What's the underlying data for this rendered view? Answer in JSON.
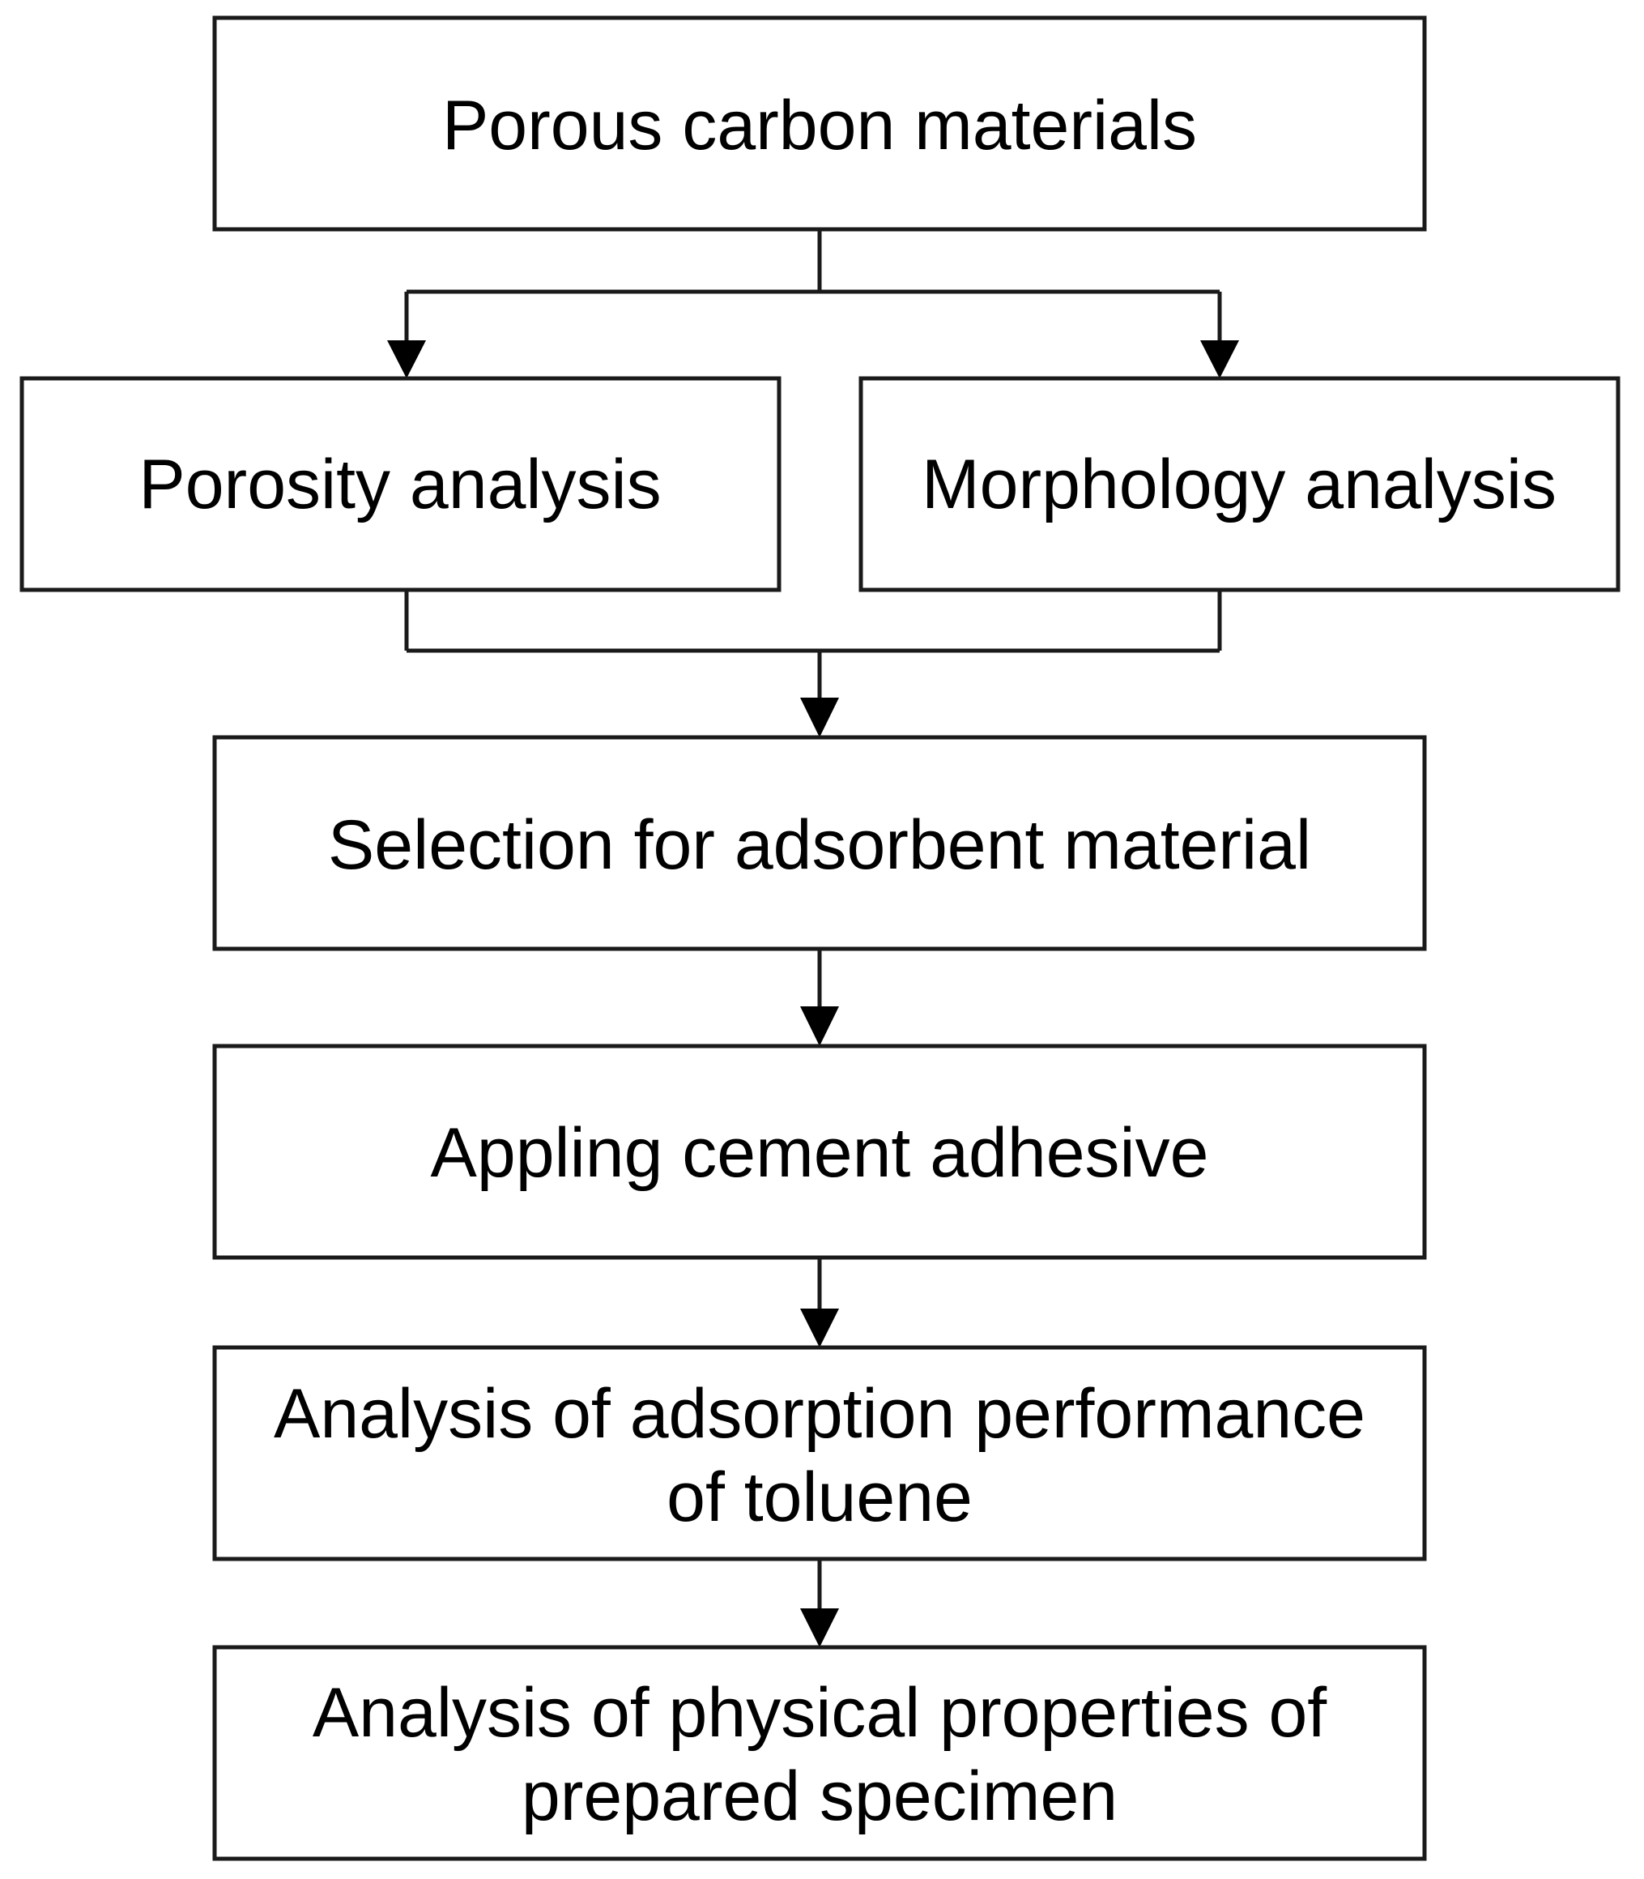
{
  "nodes": {
    "porous_carbon": "Porous carbon materials",
    "porosity": "Porosity analysis",
    "morphology": "Morphology analysis",
    "selection": "Selection for adsorbent material",
    "cement": "Appling cement adhesive",
    "adsorption_line1": "Analysis of adsorption performance",
    "adsorption_line2": "of toluene",
    "physical_line1": "Analysis of physical properties of",
    "physical_line2": "prepared specimen"
  },
  "edges": [
    {
      "from": "porous_carbon",
      "to": "porosity"
    },
    {
      "from": "porous_carbon",
      "to": "morphology"
    },
    {
      "from": "porosity",
      "to": "selection"
    },
    {
      "from": "morphology",
      "to": "selection"
    },
    {
      "from": "selection",
      "to": "cement"
    },
    {
      "from": "cement",
      "to": "adsorption"
    },
    {
      "from": "adsorption",
      "to": "physical"
    }
  ]
}
